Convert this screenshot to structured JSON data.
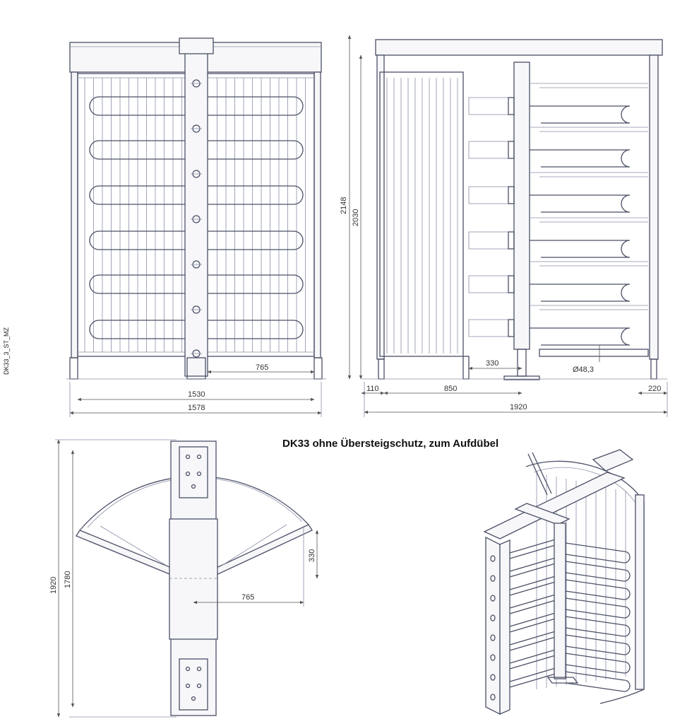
{
  "title": "DK33 ohne Übersteigschutz, zum Aufdübel",
  "drawing_code": "DK33_3_ST_MZ",
  "front_view": {
    "dim_arm": "765",
    "dim_inner_width": "1530",
    "dim_total_width": "1578"
  },
  "side_view": {
    "dim_height_total": "2148",
    "dim_height": "2030",
    "dim_arm_offset": "330",
    "dim_tube": "Ø48,3",
    "dim_left_offset": "110",
    "dim_passage": "850",
    "dim_right_foot": "220",
    "dim_total_length": "1920"
  },
  "top_view": {
    "dim_total": "1920",
    "dim_inner": "1780",
    "dim_offset": "330",
    "dim_arm": "765"
  },
  "colors": {
    "line": "#4a4f66",
    "dim": "#555555",
    "text": "#333333"
  }
}
